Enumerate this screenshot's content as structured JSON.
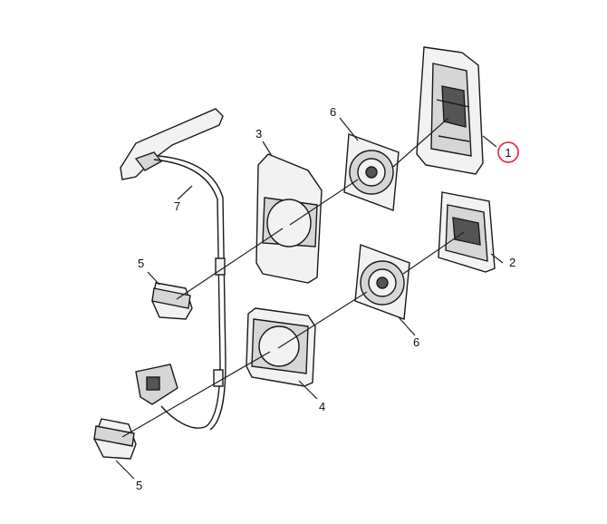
{
  "diagram": {
    "callouts": [
      {
        "id": "1",
        "text": "1",
        "highlighted": true
      },
      {
        "id": "2",
        "text": "2"
      },
      {
        "id": "3",
        "text": "3"
      },
      {
        "id": "4",
        "text": "4"
      },
      {
        "id": "5a",
        "text": "5"
      },
      {
        "id": "5b",
        "text": "5"
      },
      {
        "id": "6a",
        "text": "6"
      },
      {
        "id": "6b",
        "text": "6"
      },
      {
        "id": "7",
        "text": "7"
      }
    ],
    "highlight_color": "#e8314a"
  }
}
